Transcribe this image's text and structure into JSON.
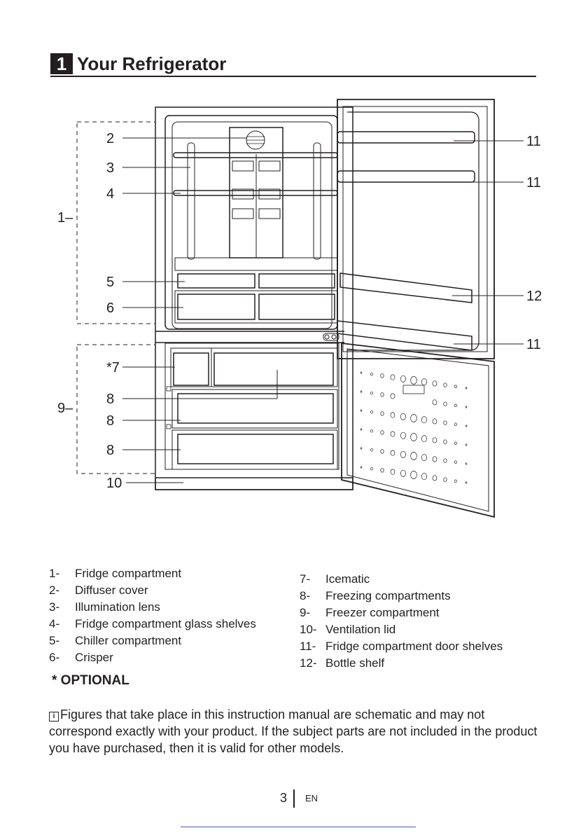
{
  "section": {
    "number": "1",
    "title": "Your Refrigerator"
  },
  "callouts": {
    "c1": "1–",
    "c2": "2",
    "c3": "3",
    "c4": "4",
    "c5": "5",
    "c6": "6",
    "c7": "*7",
    "c8a": "8",
    "c8b": "8",
    "c8c": "8",
    "c9": "9–",
    "c10": "10",
    "c11a": "11",
    "c11b": "11",
    "c11c": "11",
    "c12": "12"
  },
  "legend_left": [
    {
      "num": "1-",
      "label": "Fridge compartment"
    },
    {
      "num": "2-",
      "label": "Diffuser cover"
    },
    {
      "num": "3-",
      "label": "Illumination lens"
    },
    {
      "num": "4-",
      "label": "Fridge compartment glass shelves"
    },
    {
      "num": "5-",
      "label": "Chiller compartment"
    },
    {
      "num": "6-",
      "label": "Crisper"
    }
  ],
  "legend_right": [
    {
      "num": "7-",
      "label": "Icematic"
    },
    {
      "num": "8-",
      "label": "Freezing compartments"
    },
    {
      "num": "9-",
      "label": "Freezer compartment"
    },
    {
      "num": "10-",
      "label": "Ventilation lid"
    },
    {
      "num": "11-",
      "label": "Fridge compartment door shelves"
    },
    {
      "num": "12-",
      "label": "Bottle shelf"
    }
  ],
  "optional": "* OPTIONAL",
  "note": {
    "icon": "info-icon",
    "text": "Figures that take place in this instruction manual are schematic and may not correspond exactly with your product. If the subject parts are not included in the product you have purchased, then it is valid for other models."
  },
  "footer": {
    "page": "3",
    "lang": "EN"
  }
}
